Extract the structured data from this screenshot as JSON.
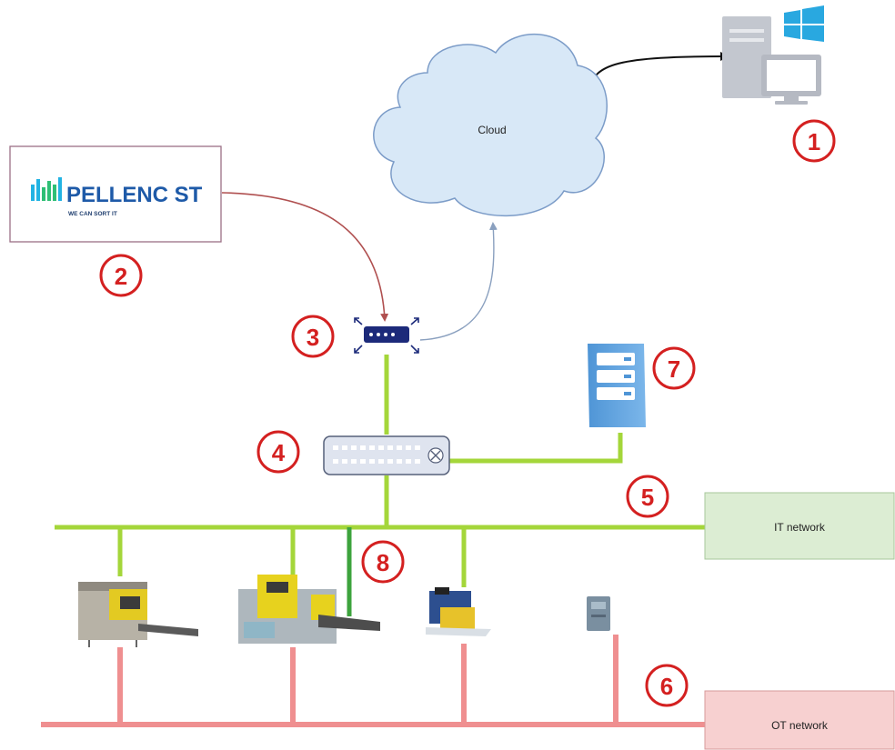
{
  "cloud": {
    "label": "Cloud"
  },
  "logo": {
    "brand": "PELLENC ST",
    "tagline": "WE CAN SORT IT"
  },
  "callouts": [
    "1",
    "2",
    "3",
    "4",
    "5",
    "6",
    "7",
    "8"
  ],
  "networks": {
    "it": "IT network",
    "ot": "OT network"
  },
  "colors": {
    "it_line": "#a4d63a",
    "it_drop_dark": "#3da33d",
    "ot_line": "#ef8f90",
    "callout": "#d42020",
    "it_box_fill": "#dcedd3",
    "ot_box_fill": "#f7d0d0",
    "cloud_fill": "#d8e8f7",
    "cloud_stroke": "#7c9cc8"
  },
  "icons": {
    "workstation": "windows-workstation-icon",
    "router": "router-icon",
    "switch": "network-switch-icon",
    "server": "server-icon",
    "cloud": "cloud-icon"
  }
}
